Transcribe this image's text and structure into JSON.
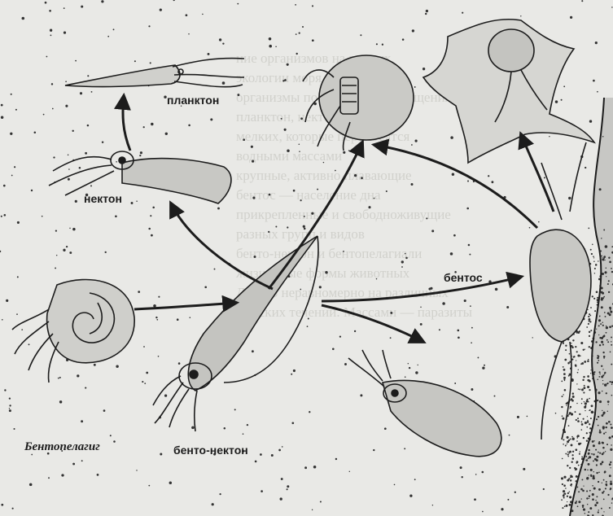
{
  "labels": {
    "plankton": "планктон",
    "nekton": "нектон",
    "bentos": "бентос",
    "bento_nekton": "бенто-нектон",
    "bentopelagic": "Бентопелагиг"
  },
  "background_text": [
    "ние организмов на разных",
    "экологии моря",
    "организмы по способу перемещения",
    "планктон, нектон и бентос",
    "мелких, которые переносятся",
    "водными массами",
    "крупные, активно плавающие",
    "бентос — население дна",
    "прикрепленные и свободноживущие",
    "разных групп и видов",
    "бенто-нектон и бентопелагиали",
    "жизненные формы животных",
    "Далеко неравномерно на различных",
    "морских течений. Массами — паразиты"
  ],
  "colors": {
    "ink": "#1c1c1c",
    "paper": "#e9e9e6"
  }
}
